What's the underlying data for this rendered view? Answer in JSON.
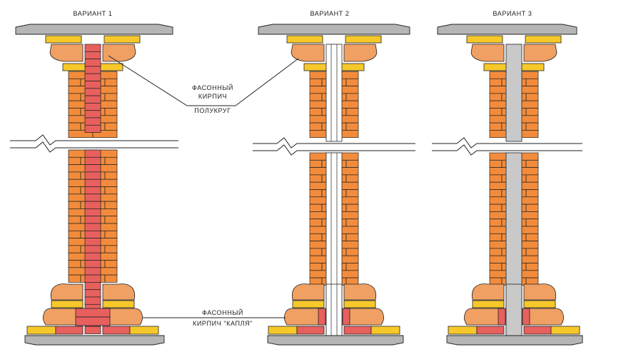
{
  "variants": [
    {
      "title": "ВАРИАНТ 1",
      "core": "brick"
    },
    {
      "title": "ВАРИАНТ 2",
      "core": "pipe"
    },
    {
      "title": "ВАРИАНТ 3",
      "core": "solid"
    }
  ],
  "callouts": {
    "top_line1": "ФАСОННЫЙ",
    "top_line2": "КИРПИЧ",
    "top_line3": "ПОЛУКРУГ",
    "bottom_line1": "ФАСОННЫЙ",
    "bottom_line2": "КИРПИЧ \"КАПЛЯ\""
  },
  "colors": {
    "brick_orange": "#f28c3c",
    "brick_red": "#e8605e",
    "brick_yellow": "#f7c82a",
    "shaped_brick": "#f0a062",
    "concrete": "#b5b5b5",
    "core_gray": "#c9c9c9",
    "outline": "#222222"
  }
}
